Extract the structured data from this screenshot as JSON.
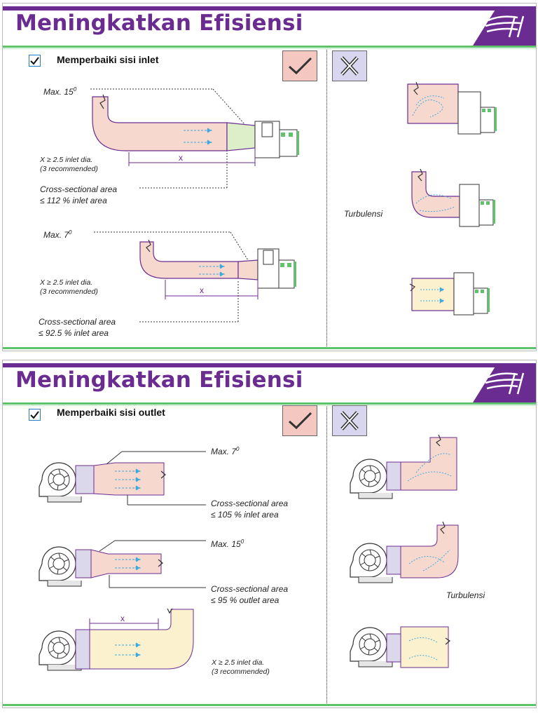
{
  "slides": [
    {
      "title": "Meningkatkan Efisiensi",
      "subtitle": "Memperbaiki sisi inlet",
      "labels": {
        "max_a": "Max. 15",
        "max_a_sup": "0",
        "x_rule_a_1": "X ≥ 2.5 inlet dia.",
        "x_rule_a_2": "(3 recommended)",
        "x_mark_a": "x",
        "area_a_1": "Cross-sectional area",
        "area_a_2": "≤ 112 % inlet area",
        "max_b": "Max. 7",
        "max_b_sup": "0",
        "x_rule_b_1": "X ≥ 2.5 inlet dia.",
        "x_rule_b_2": "(3 recommended)",
        "x_mark_b": "x",
        "area_b_1": "Cross-sectional area",
        "area_b_2": "≤ 92.5 % inlet area",
        "turbulence": "Turbulensi"
      }
    },
    {
      "title": "Meningkatkan Efisiensi",
      "subtitle": "Memperbaiki sisi outlet",
      "labels": {
        "max_a": "Max. 7",
        "max_a_sup": "0",
        "area_a_1": "Cross-sectional area",
        "area_a_2": "≤ 105 % inlet area",
        "max_b": "Max. 15",
        "max_b_sup": "0",
        "area_b_1": "Cross-sectional area",
        "area_b_2": "≤ 95 % outlet area",
        "x_mark": "x",
        "x_rule_1": "X ≥ 2.5 inlet dia.",
        "x_rule_2": "(3 recommended)",
        "turbulence": "Turbulensi"
      }
    }
  ],
  "colors": {
    "title": "#6b2c91",
    "accent_green": "#5ec36a",
    "duct_pink": "#f7d8cf",
    "duct_yellow": "#fbf1cf",
    "duct_outline": "#6b2c91",
    "flow_arrow": "#3fa9dd",
    "good_box": "#f4c7c0",
    "bad_box": "#d8d6ee"
  },
  "icons": {
    "good": "check-icon",
    "bad": "cross-icon",
    "logo": "brand-logo-icon"
  }
}
